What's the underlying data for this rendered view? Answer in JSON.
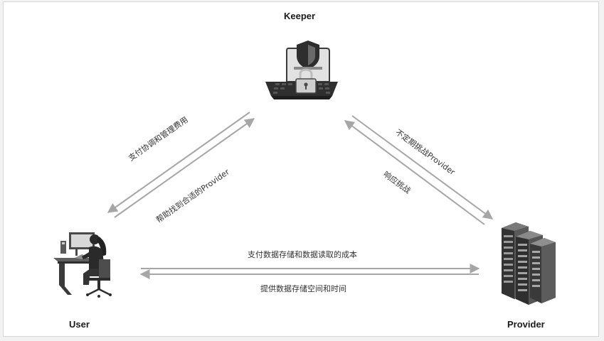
{
  "nodes": {
    "keeper": {
      "label": "Keeper"
    },
    "user": {
      "label": "User"
    },
    "provider": {
      "label": "Provider"
    }
  },
  "edges": {
    "user_keeper_top": "支付协调和管理费用",
    "user_keeper_bottom": "帮助找到合适的Provider",
    "keeper_provider_top": "不定期挑战Provider",
    "keeper_provider_bottom": "响应挑战",
    "user_provider_top": "支付数据存储和数据读取的成本",
    "user_provider_bottom": "提供数据存储空间和时间"
  },
  "colors": {
    "arrow": "#a6a6a6",
    "icon_dark": "#3a3a3a",
    "icon_mid": "#6e6e6e",
    "icon_light": "#bdbdbd"
  }
}
